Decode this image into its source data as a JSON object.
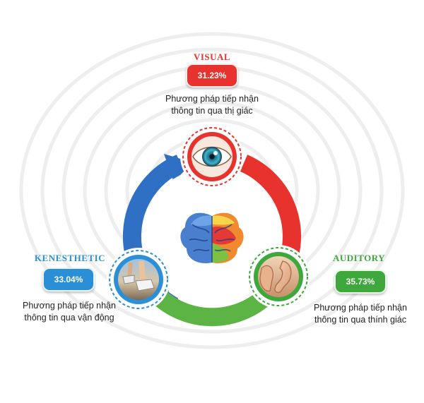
{
  "colors": {
    "visual": "#e8322d",
    "auditory": "#3ea83c",
    "kinesthetic": "#2a8fd6",
    "ring_blue": "#2f6fc4",
    "ring_red": "#e8322d",
    "ring_green": "#5cb445",
    "background_pattern": "#eeeeee"
  },
  "visual": {
    "heading": "VISUAL",
    "percent": "31.23%",
    "desc_line1": "Phương pháp tiếp nhận",
    "desc_line2": "thông tin qua thị giác",
    "icon": "eye-icon"
  },
  "auditory": {
    "heading": "AUDITORY",
    "percent": "35.73%",
    "desc_line1": "Phương pháp tiếp nhận",
    "desc_line2": "thông tin qua thính giác",
    "icon": "ear-icon"
  },
  "kinesthetic": {
    "heading": "KENESTHETIC",
    "percent": "33.04%",
    "desc_line1": "Phương pháp tiếp nhận",
    "desc_line2": "thông tin qua vận động",
    "icon": "running-feet-icon"
  },
  "center": {
    "icon": "brain-icon"
  }
}
